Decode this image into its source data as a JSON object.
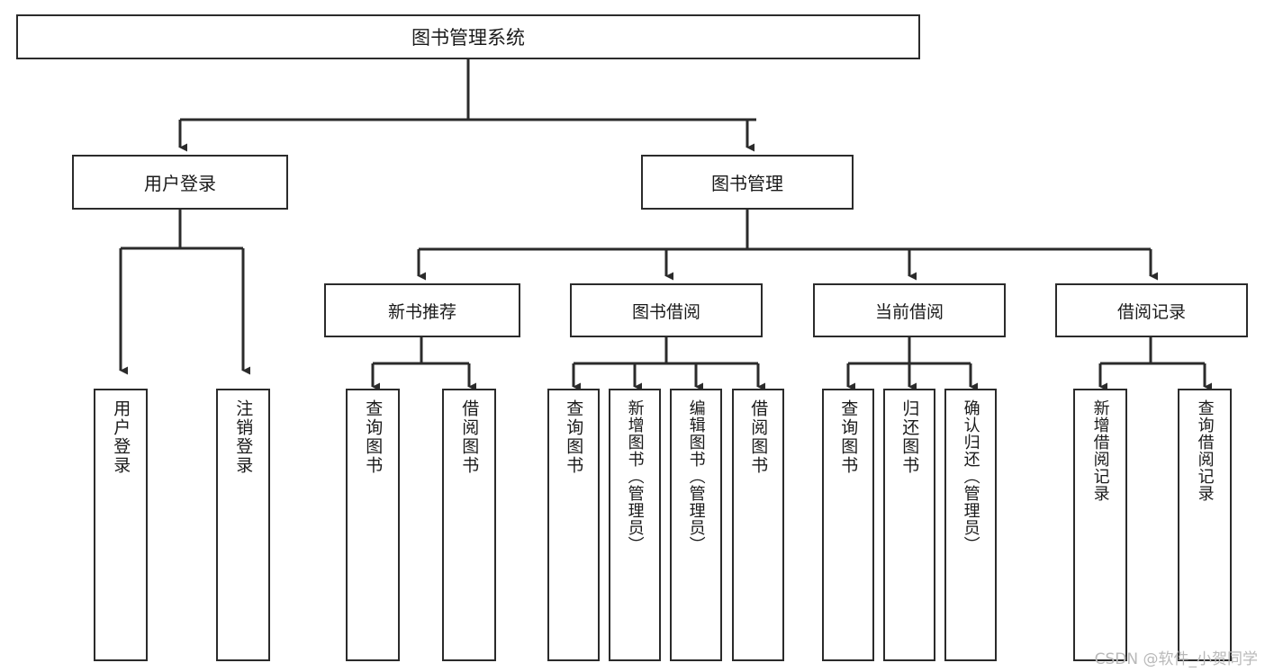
{
  "diagram": {
    "title": "图书管理系统",
    "type": "tree-hierarchy",
    "root": {
      "label": "图书管理系统"
    },
    "level2": [
      {
        "label": "用户登录"
      },
      {
        "label": "图书管理"
      }
    ],
    "level3": [
      {
        "label": "新书推荐"
      },
      {
        "label": "图书借阅"
      },
      {
        "label": "当前借阅"
      },
      {
        "label": "借阅记录"
      }
    ],
    "leaves": [
      {
        "label": "用户登录"
      },
      {
        "label": "注销登录"
      },
      {
        "label": "查询图书"
      },
      {
        "label": "借阅图书"
      },
      {
        "label": "查询图书"
      },
      {
        "label": "新增图书（管理员）"
      },
      {
        "label": "编辑图书（管理员）"
      },
      {
        "label": "借阅图书"
      },
      {
        "label": "查询图书"
      },
      {
        "label": "归还图书"
      },
      {
        "label": "确认归还（管理员）"
      },
      {
        "label": "新增借阅记录"
      },
      {
        "label": "查询借阅记录"
      }
    ]
  },
  "watermark": {
    "text": "CSDN @软件_小贺同学"
  },
  "colors": {
    "stroke": "#2b2b2b",
    "fill": "#ffffff",
    "text": "#1a1a1a",
    "watermark": "#b9b9b9"
  }
}
